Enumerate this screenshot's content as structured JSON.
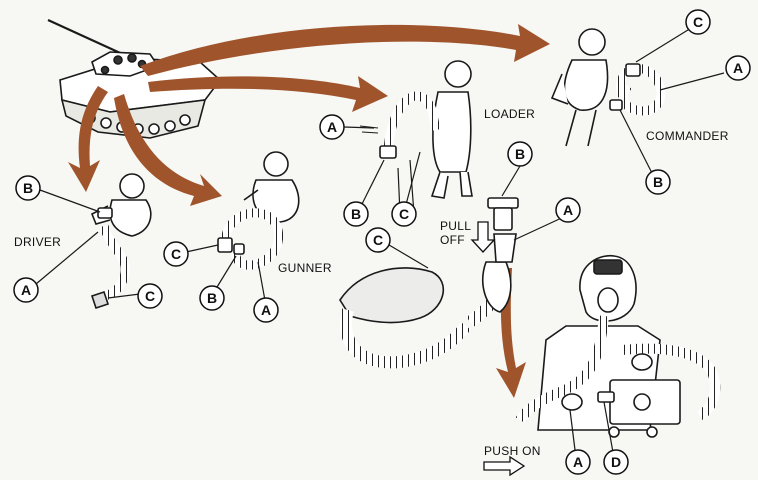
{
  "labels": {
    "driver": "DRIVER",
    "gunner": "GUNNER",
    "loader": "LOADER",
    "commander": "COMMANDER",
    "pull_off_line1": "PULL",
    "pull_off_line2": "OFF",
    "push_on": "PUSH ON"
  },
  "callout_letters": {
    "a": "A",
    "b": "B",
    "c": "C",
    "d": "D"
  },
  "colors": {
    "arrow": "#a0542c",
    "line": "#1a1a1a",
    "paper": "#f7f7f4"
  },
  "icons": {
    "push_arrow": "hollow-right-arrow",
    "pull_arrow": "hollow-down-arrow"
  }
}
